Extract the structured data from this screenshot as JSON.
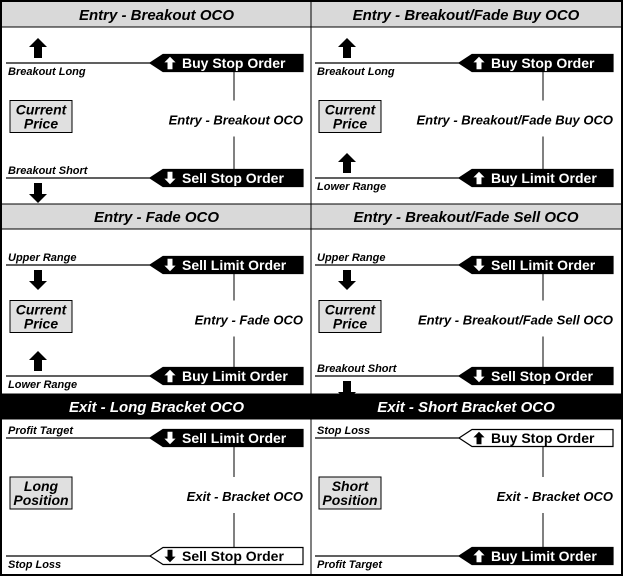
{
  "panels": [
    {
      "id": "entry-breakout",
      "title": "Entry - Breakout OCO",
      "header_style": "light",
      "price_label": [
        "Current",
        "Price"
      ],
      "center_label": "Entry - Breakout OCO",
      "top": {
        "side_label": "Breakout Long",
        "side_label_pos": "below",
        "order": "Buy Stop Order",
        "order_style": "filled",
        "order_arrow": "up",
        "outer_arrow": "up"
      },
      "bottom": {
        "side_label": "Breakout Short",
        "side_label_pos": "above",
        "order": "Sell Stop Order",
        "order_style": "filled",
        "order_arrow": "down",
        "outer_arrow": "down"
      }
    },
    {
      "id": "entry-breakout-fade-buy",
      "title": "Entry - Breakout/Fade Buy OCO",
      "header_style": "light",
      "price_label": [
        "Current",
        "Price"
      ],
      "center_label": "Entry - Breakout/Fade Buy OCO",
      "top": {
        "side_label": "Breakout Long",
        "side_label_pos": "below",
        "order": "Buy Stop Order",
        "order_style": "filled",
        "order_arrow": "up",
        "outer_arrow": "up"
      },
      "bottom": {
        "side_label": "Lower Range",
        "side_label_pos": "below",
        "order": "Buy Limit Order",
        "order_style": "filled",
        "order_arrow": "up",
        "outer_arrow": "up"
      }
    },
    {
      "id": "entry-fade",
      "title": "Entry - Fade OCO",
      "header_style": "light",
      "price_label": [
        "Current",
        "Price"
      ],
      "center_label": "Entry - Fade OCO",
      "top": {
        "side_label": "Upper Range",
        "side_label_pos": "above",
        "order": "Sell Limit Order",
        "order_style": "filled",
        "order_arrow": "down",
        "outer_arrow": "down"
      },
      "bottom": {
        "side_label": "Lower Range",
        "side_label_pos": "below",
        "order": "Buy Limit Order",
        "order_style": "filled",
        "order_arrow": "up",
        "outer_arrow": "up"
      }
    },
    {
      "id": "entry-breakout-fade-sell",
      "title": "Entry - Breakout/Fade Sell OCO",
      "header_style": "light",
      "price_label": [
        "Current",
        "Price"
      ],
      "center_label": "Entry - Breakout/Fade Sell OCO",
      "top": {
        "side_label": "Upper Range",
        "side_label_pos": "above",
        "order": "Sell Limit Order",
        "order_style": "filled",
        "order_arrow": "down",
        "outer_arrow": "down"
      },
      "bottom": {
        "side_label": "Breakout Short",
        "side_label_pos": "above",
        "order": "Sell Stop Order",
        "order_style": "filled",
        "order_arrow": "down",
        "outer_arrow": "down"
      }
    },
    {
      "id": "exit-long-bracket",
      "title": "Exit - Long Bracket OCO",
      "header_style": "dark",
      "price_label": [
        "Long",
        "Position"
      ],
      "center_label": "Exit - Bracket OCO",
      "top": {
        "side_label": "Profit Target",
        "side_label_pos": "above",
        "order": "Sell Limit Order",
        "order_style": "filled",
        "order_arrow": "down",
        "outer_arrow": "none"
      },
      "bottom": {
        "side_label": "Stop Loss",
        "side_label_pos": "below",
        "order": "Sell Stop Order",
        "order_style": "outline",
        "order_arrow": "down",
        "outer_arrow": "none"
      }
    },
    {
      "id": "exit-short-bracket",
      "title": "Exit - Short Bracket OCO",
      "header_style": "dark",
      "price_label": [
        "Short",
        "Position"
      ],
      "center_label": "Exit - Bracket OCO",
      "top": {
        "side_label": "Stop Loss",
        "side_label_pos": "above",
        "order": "Buy Stop Order",
        "order_style": "outline",
        "order_arrow": "up",
        "outer_arrow": "none"
      },
      "bottom": {
        "side_label": "Profit Target",
        "side_label_pos": "below",
        "order": "Buy Limit Order",
        "order_style": "filled",
        "order_arrow": "up",
        "outer_arrow": "none"
      }
    }
  ],
  "colors": {
    "header_light_bg": "#d9d9d9",
    "header_dark_bg": "#000000",
    "price_box_bg": "#e0e0e0",
    "line": "#000000",
    "border": "#000000"
  }
}
